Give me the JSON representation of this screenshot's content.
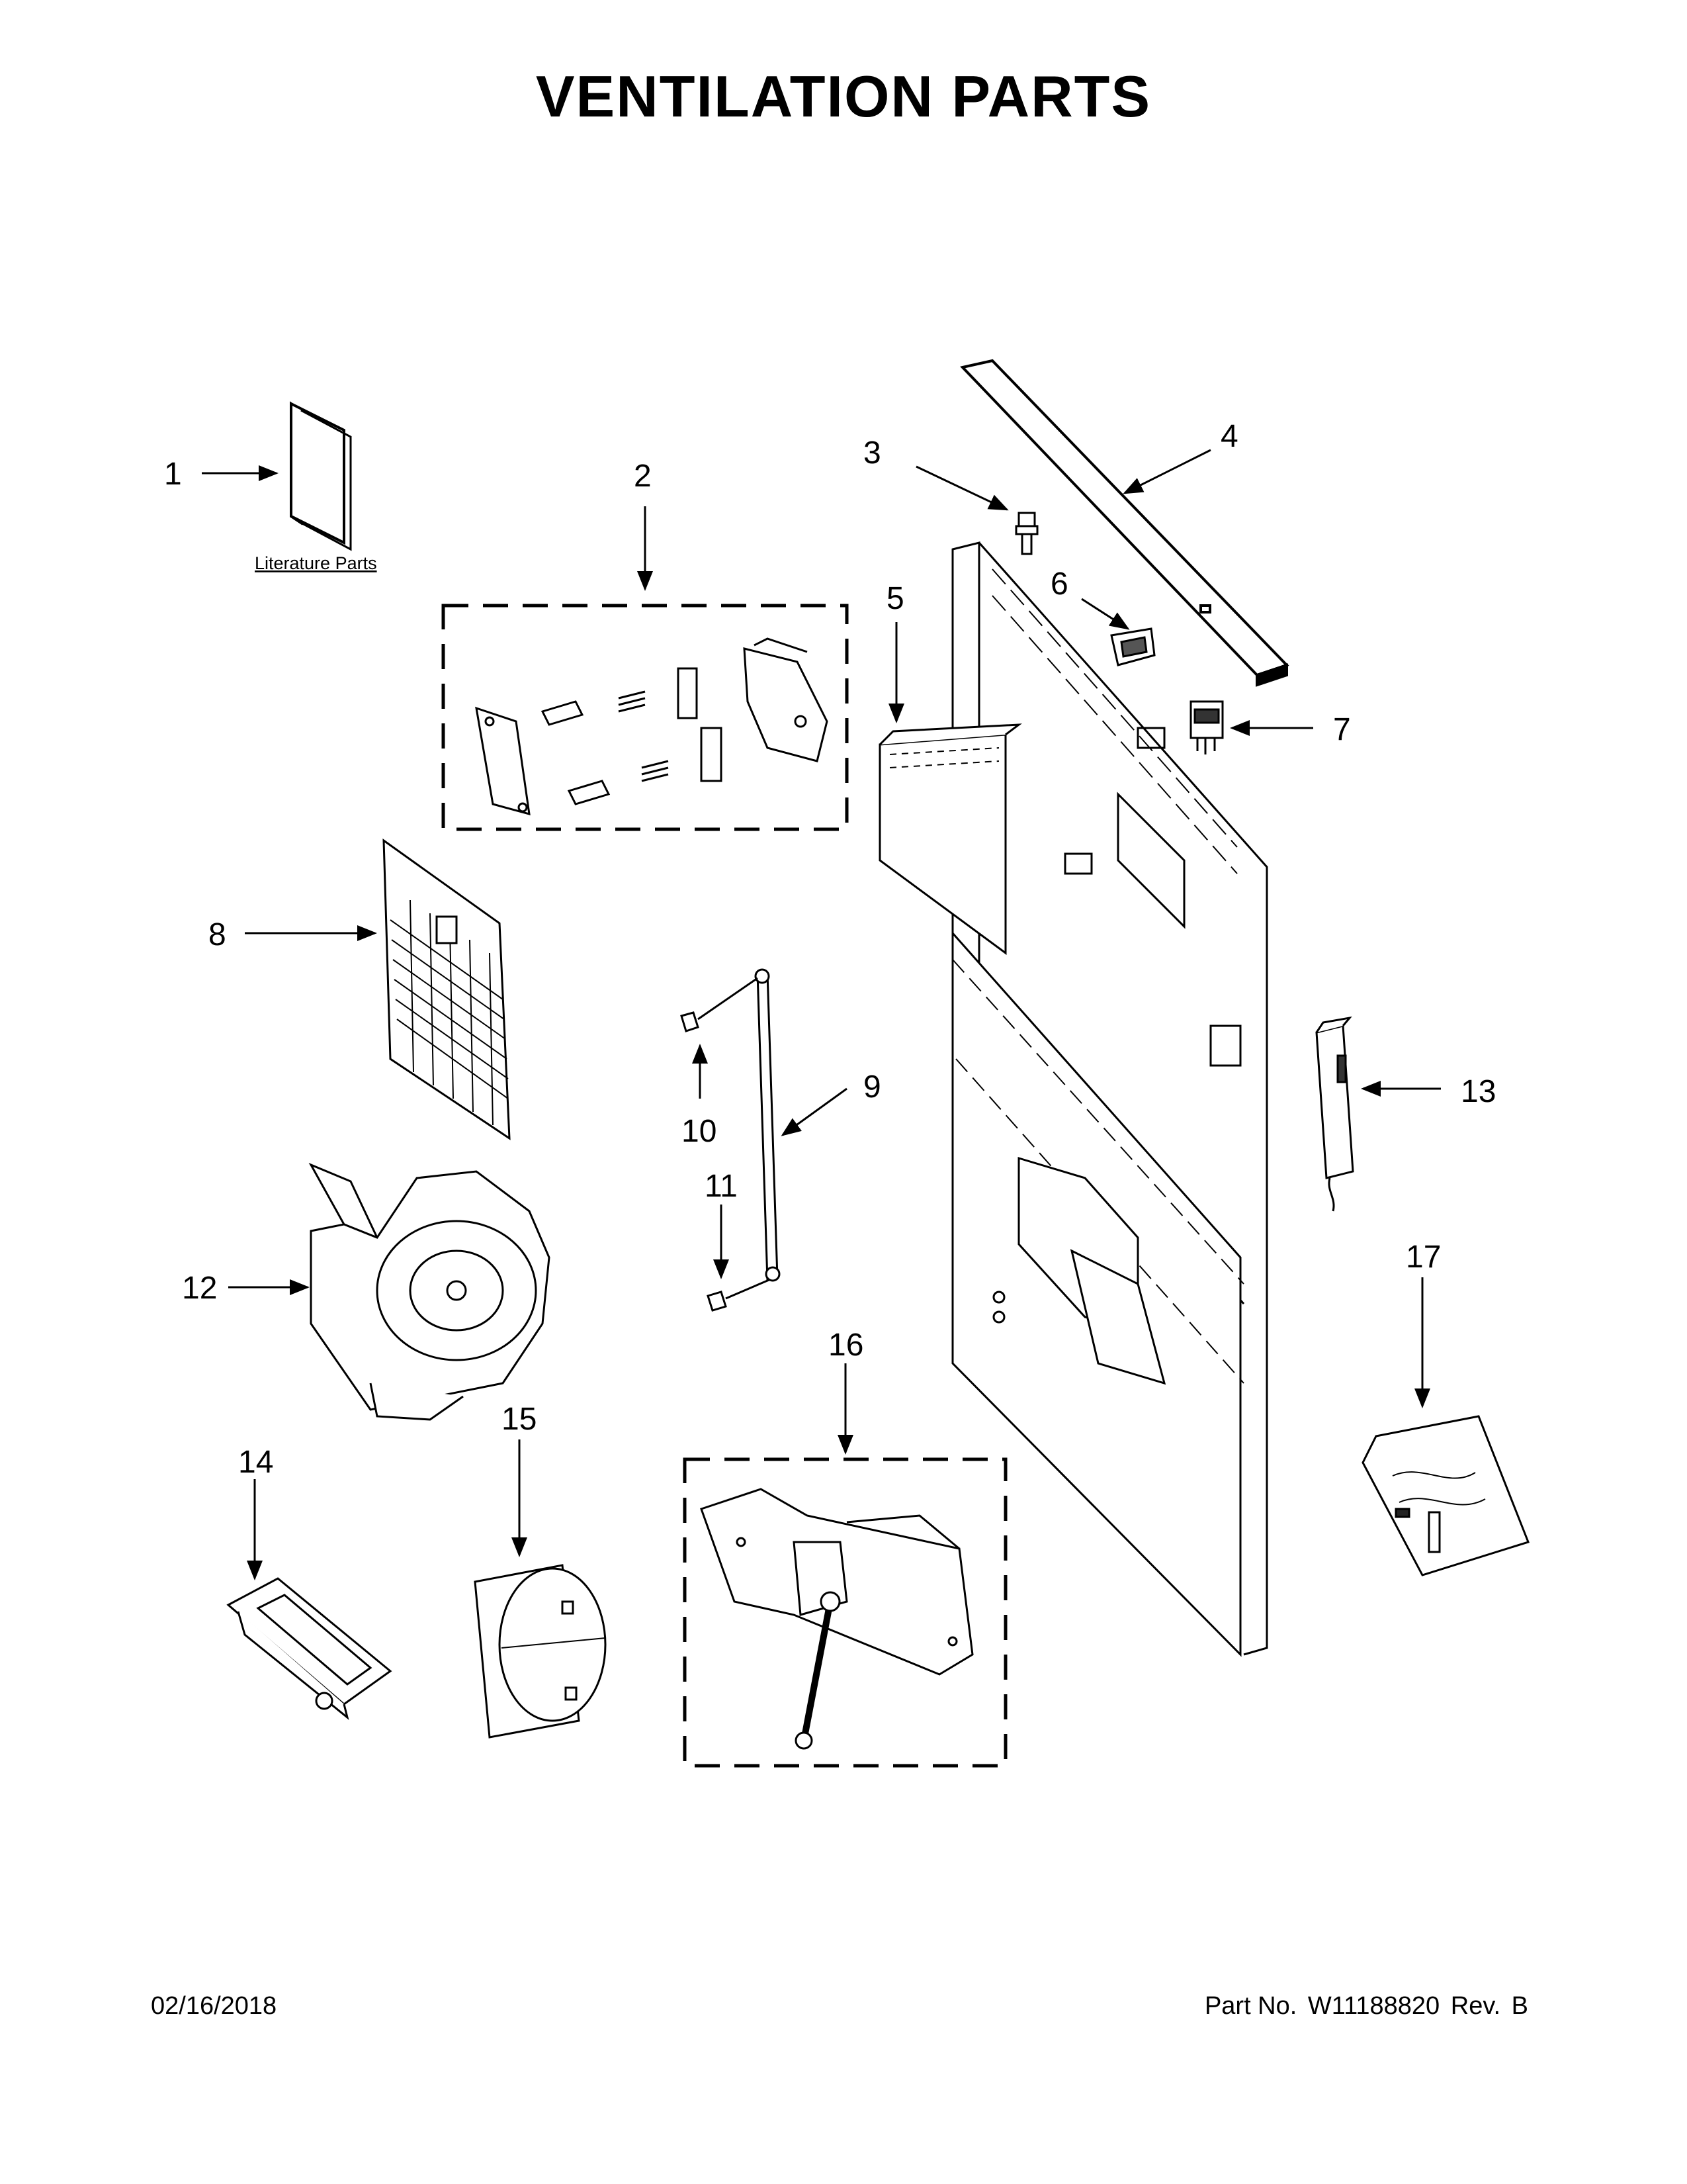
{
  "page": {
    "title": "VENTILATION PARTS",
    "date": "02/16/2018",
    "part_label": "Part No.",
    "part_number": "W11188820",
    "rev_label": "Rev.",
    "rev": "B"
  },
  "literature_label": "Literature Parts",
  "callouts": [
    {
      "id": "1",
      "text": "1"
    },
    {
      "id": "2",
      "text": "2"
    },
    {
      "id": "3",
      "text": "3"
    },
    {
      "id": "4",
      "text": "4"
    },
    {
      "id": "5",
      "text": "5"
    },
    {
      "id": "6",
      "text": "6"
    },
    {
      "id": "7",
      "text": "7"
    },
    {
      "id": "8",
      "text": "8"
    },
    {
      "id": "9",
      "text": "9"
    },
    {
      "id": "10",
      "text": "10"
    },
    {
      "id": "11",
      "text": "11"
    },
    {
      "id": "12",
      "text": "12"
    },
    {
      "id": "13",
      "text": "13"
    },
    {
      "id": "14",
      "text": "14"
    },
    {
      "id": "15",
      "text": "15"
    },
    {
      "id": "16",
      "text": "16"
    },
    {
      "id": "17",
      "text": "17"
    }
  ]
}
